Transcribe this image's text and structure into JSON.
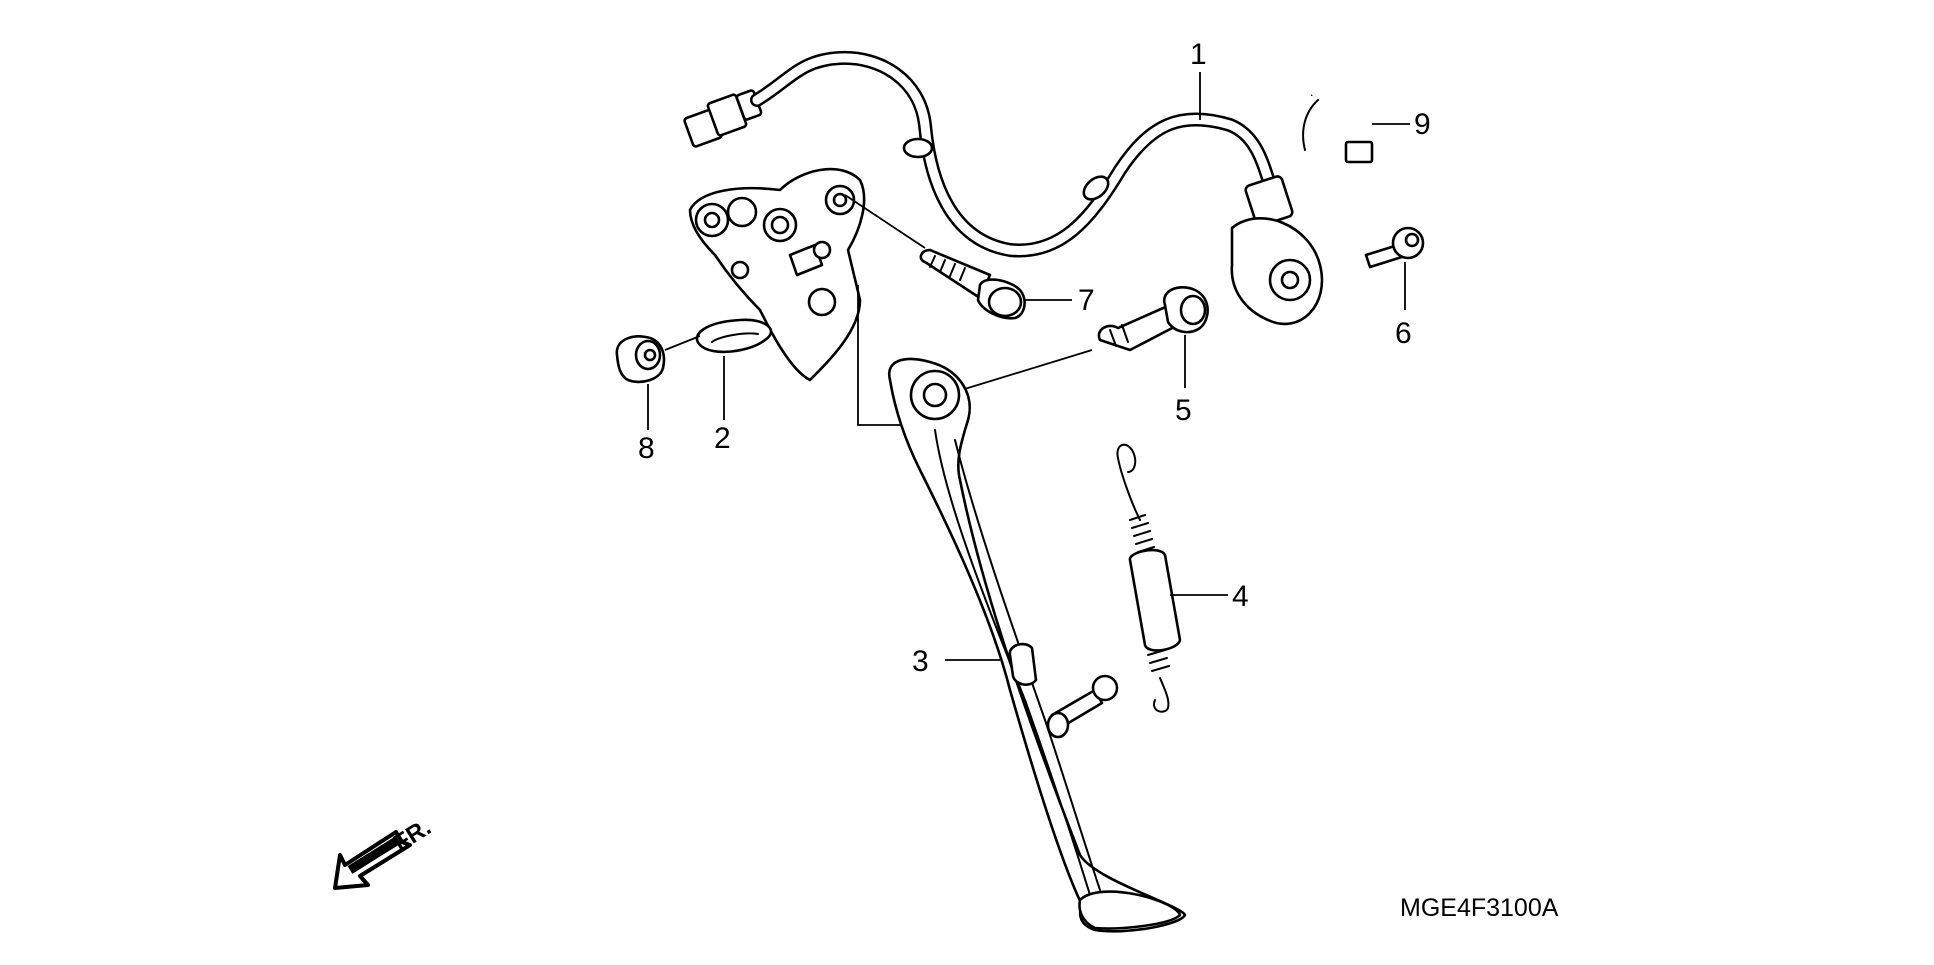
{
  "diagram": {
    "callouts": {
      "c1": "1",
      "c2": "2",
      "c3": "3",
      "c4": "4",
      "c5": "5",
      "c6": "6",
      "c7": "7",
      "c8": "8",
      "c9": "9"
    },
    "direction_label": "FR.",
    "diagram_code": "MGE4F3100A"
  }
}
